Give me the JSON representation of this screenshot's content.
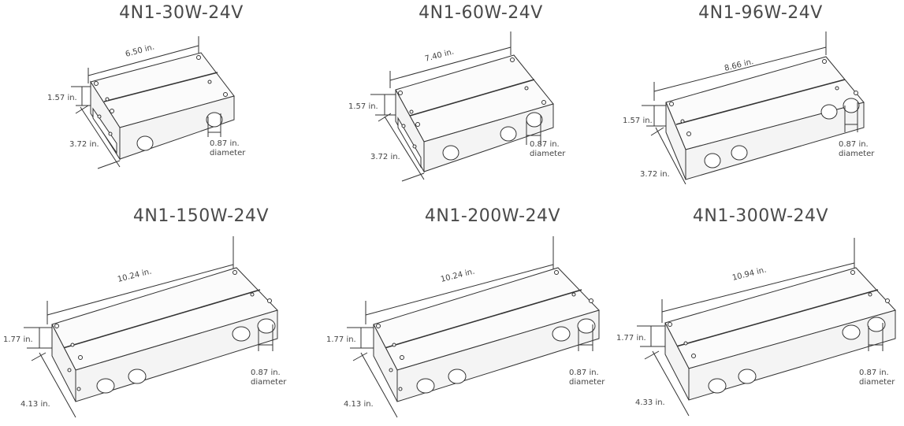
{
  "products": [
    {
      "title": "4N1-30W-24V",
      "length": "6.50 in.",
      "height": "1.57 in.",
      "width": "3.72 in.",
      "hole": "0.87 in.",
      "hole_label": "diameter"
    },
    {
      "title": "4N1-60W-24V",
      "length": "7.40 in.",
      "height": "1.57 in.",
      "width": "3.72 in.",
      "hole": "0.87 in.",
      "hole_label": "diameter"
    },
    {
      "title": "4N1-96W-24V",
      "length": "8.66 in.",
      "height": "1.57 in.",
      "width": "3.72 in.",
      "hole": "0.87 in.",
      "hole_label": "diameter"
    },
    {
      "title": "4N1-150W-24V",
      "length": "10.24 in.",
      "height": "1.77 in.",
      "width": "4.13 in.",
      "hole": "0.87 in.",
      "hole_label": "diameter"
    },
    {
      "title": "4N1-200W-24V",
      "length": "10.24 in.",
      "height": "1.77 in.",
      "width": "4.13 in.",
      "hole": "0.87 in.",
      "hole_label": "diameter"
    },
    {
      "title": "4N1-300W-24V",
      "length": "10.94 in.",
      "height": "1.77 in.",
      "width": "4.33 in.",
      "hole": "0.87 in.",
      "hole_label": "diameter"
    }
  ]
}
